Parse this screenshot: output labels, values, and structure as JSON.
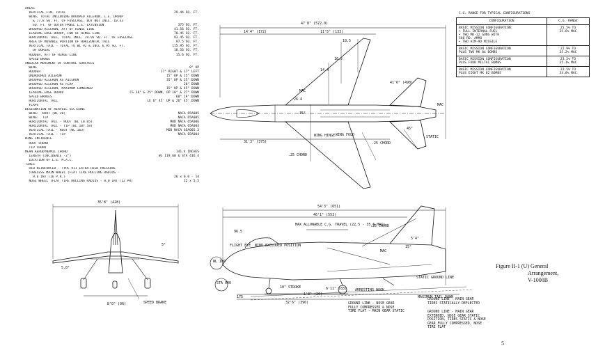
{
  "specs": [
    {
      "label": "AREAS",
      "value": ""
    },
    {
      "label": "  VERTICAL FIN, TOTAL",
      "value": "29.44 SQ. FT."
    },
    {
      "label": "  WING, TOTAL INCLUDING DROOPED AILERON, L.E. DROOP",
      "value": ""
    },
    {
      "label": "    & 77.8 SQ. FT. OF FUSELAGE, BUT NOT INCL. 10.33",
      "value": ""
    },
    {
      "label": "    SQ. FT. OF OUTER PANEL L.E. EXTENSION",
      "value": "375 SQ. FT."
    },
    {
      "label": "  DROOPED AILERON, AFT OF HINGE LINE",
      "value": "41.56 SQ. FT."
    },
    {
      "label": "  LEADING EDGE DROOP, FWD OF HINGE LINE",
      "value": "70.45 SQ. FT."
    },
    {
      "label": "  HORIZONTAL TAIL, TOTAL INCL. 19.95 SQ. FT. OF FUSELAGE",
      "value": "93.45 SQ. FT."
    },
    {
      "label": "  AREA OF MOVABLE PORTION OF HORIZONTAL TAIL",
      "value": "97.5 SQ. FT."
    },
    {
      "label": "  VERTICAL TAIL - TOTAL TO WL 92 & INCL 6.95 SQ. FT.",
      "value": "115.95 SQ. FT."
    },
    {
      "label": "    OF DORSAL",
      "value": "18.56 SQ. FT."
    },
    {
      "label": "  RUDDER, AFT OF HINGE LINE",
      "value": "15.6 SQ. FT."
    },
    {
      "label": "  SPEED BRAKE",
      "value": ""
    },
    {
      "label": "ANGULAR MOVEMENT OF CONTROL SURFACES",
      "value": ""
    },
    {
      "label": "  WING",
      "value": "8° UP"
    },
    {
      "label": "  RUDDER",
      "value": "17° RIGHT & 17° LEFT"
    },
    {
      "label": "  UNDROOPED AILERON",
      "value": "15° UP & 15° DOWN"
    },
    {
      "label": "  DROOPED AILERON AS AILERON",
      "value": "35° UP & 25° DOWN"
    },
    {
      "label": "  DROOPED AILERON AS FLAP",
      "value": "20° DOWN"
    },
    {
      "label": "  DROOPED AILERON, MAXIMUM COMBINED",
      "value": "15° UP & 45° DOWN"
    },
    {
      "label": "  LEADING EDGE DROOP",
      "value": "CS 10° & 25° DOWN, OP 10° & 27° DOWN"
    },
    {
      "label": "  SPEED BRAKES",
      "value": "60° 19' DOWN"
    },
    {
      "label": "  HORIZONTAL TAIL",
      "value": "LE 6° 45' UP & 26° 45' DOWN"
    },
    {
      "label": "  FLAPS",
      "value": ""
    },
    {
      "label": "DESIGNATION OF AIRFOIL SECTIONS",
      "value": ""
    },
    {
      "label": "  WING:  ROOT (BL 20)",
      "value": "NACA 65A005"
    },
    {
      "label": "  WING:  TIP",
      "value": "NACA 65A005"
    },
    {
      "label": "  HORIZONTAL TAIL - ROOT (BL 18.05)",
      "value": "MOD NACA 65A006"
    },
    {
      "label": "  HORIZONTAL TAIL - TIP (BL 107.58)",
      "value": "MOD NACA 65A004"
    },
    {
      "label": "  VERTICAL TAIL - ROOT (WL 163)",
      "value": "MOD NACA 65A005.3"
    },
    {
      "label": "  VERTICAL TAIL - TIP",
      "value": "NACA 65A004"
    },
    {
      "label": "WING INCIDENCE",
      "value": ""
    },
    {
      "label": "  ROOT CHORD",
      "value": ""
    },
    {
      "label": "  TIP CHORD",
      "value": ""
    },
    {
      "label": "MEAN AERODYNAMIC CHORD",
      "value": "141.4 INCHES"
    },
    {
      "label": "  LENGTH (INCIDENCE -2°)",
      "value": "WL 119.60 & STA 416.4"
    },
    {
      "label": "  LOCATION OF L.E. M.A.C.",
      "value": ""
    },
    {
      "label": "TIRES",
      "value": ""
    },
    {
      "label": "  RIB REINFORCED - TYPE VII EXTRA HIGH PRESSURE",
      "value": ""
    },
    {
      "label": "  TUBELESS MAIN WHEEL (FLAT TIRE ROLLING RADIUS -",
      "value": ""
    },
    {
      "label": "    9.6 IN) (16 P.R.)",
      "value": "26 x 8.0 - 14"
    },
    {
      "label": "  NOSE WHEEL (FLAT TIRE ROLLING RADIUS - 8.0 IN) (12 PR)",
      "value": "22 x 5.5"
    }
  ],
  "cg_table": {
    "title": "C.G. RANGE FOR TYPICAL CONFIGURATIONS",
    "headers": [
      "CONFIGURATION",
      "C.G. RANGE"
    ],
    "rows": [
      {
        "config": "BASIC MISSION CONFIGURATION:\n  • FULL INTERNAL FUEL\n  • TWO MK-12 GUNS WITH\n    560 RD. AMMO\n  • TWO AIM-9D MISSILE",
        "range": "25.5% TO\n35.6% MAC"
      },
      {
        "config": "BASIC MISSION CONFIGURATION\nPLUS TWO MK 84 BOMBS",
        "range": "22.9% TO\n35.2% MAC"
      },
      {
        "config": "BASIC MISSION CONFIGURATION\nPLUS FOUR MILTAI BOMBS",
        "range": "23.2% TO\n35.1% MAC"
      },
      {
        "config": "BASIC MISSION CONFIGURATION\nPLUS EIGHT MK 82 BOMBS",
        "range": "22.5% TO\n34.8% MAC"
      }
    ]
  },
  "plan": {
    "span": "47'8\" (572.0)",
    "span_half": "14'4\" (172)",
    "wing_root": "11'5\" (133)",
    "dim_14": "14.4",
    "dim_16": "16.5",
    "dim_18": "18.5",
    "dim_26": "26.4",
    "mac": "MAC",
    "mac2": "MAC",
    "fold": "WING FOLD",
    "wing_hinge": "WING HINGE",
    "chord25a": ".25 CHORD",
    "chord25b": ".25 CHORD",
    "sta": "STATIC",
    "dim_left": "41'6\" (498)",
    "dim_bottom": "31'3\" (375)",
    "ang1": "35°",
    "ang2": "45°"
  },
  "front": {
    "span": "35'8\" (428)",
    "gear": "8'0\" (96)",
    "speed": "SPEED BRAKE",
    "dih": "5°",
    "anh": "5.8°"
  },
  "side": {
    "length": "54'3\" (651)",
    "len2": "46'1\" (553)",
    "length3": "32'6\" (390)",
    "cg": "MAX ALLOWABLE C.G. TRAVEL (22.5 - 35.6 MAC)",
    "chord25": ".25 CHORD",
    "flight_eye": "FLIGHT EYE",
    "wind_ex": "WIND-EXCLUDED POSITION",
    "mac": "MAC",
    "stroke": "10\" STROKE",
    "stroke2": "1'8\" (20)",
    "arresting": "ARRESTING HOOK",
    "ground_nose": "GROUND LINE - NOSE GEAR\nFULLY COMPRESSED & NOSE\nTIRE FLAT - MAIN GEAR STATIC",
    "ground_main": "GROUND LINE - MAIN GEAR\nEXTENDED, NOSE GEAR STATIC\nPOSITION, TIRES STATIC & NOSE\nGEAR FULLY COMPRESSED, NOSE\nTIRE FLAT",
    "static_gl": "STATIC GROUND LINE",
    "max_tail": "MAXIMUM TAIL DOWN",
    "main_gear": "GROUND LINE - MAIN GEAR\nTIRES STATICALLY DEFLECTED",
    "wl": "WL\n100",
    "sta": "STA\n000",
    "ang15": "15°",
    "d175": "175",
    "d6": "6'11\" (83)",
    "d_8": "5'4\"",
    "d96": "96.5"
  },
  "caption": {
    "line1": "Figure II-1  (U)  General",
    "line2": "Arrangement,",
    "line3": "V-1000B"
  },
  "page_number": "5"
}
